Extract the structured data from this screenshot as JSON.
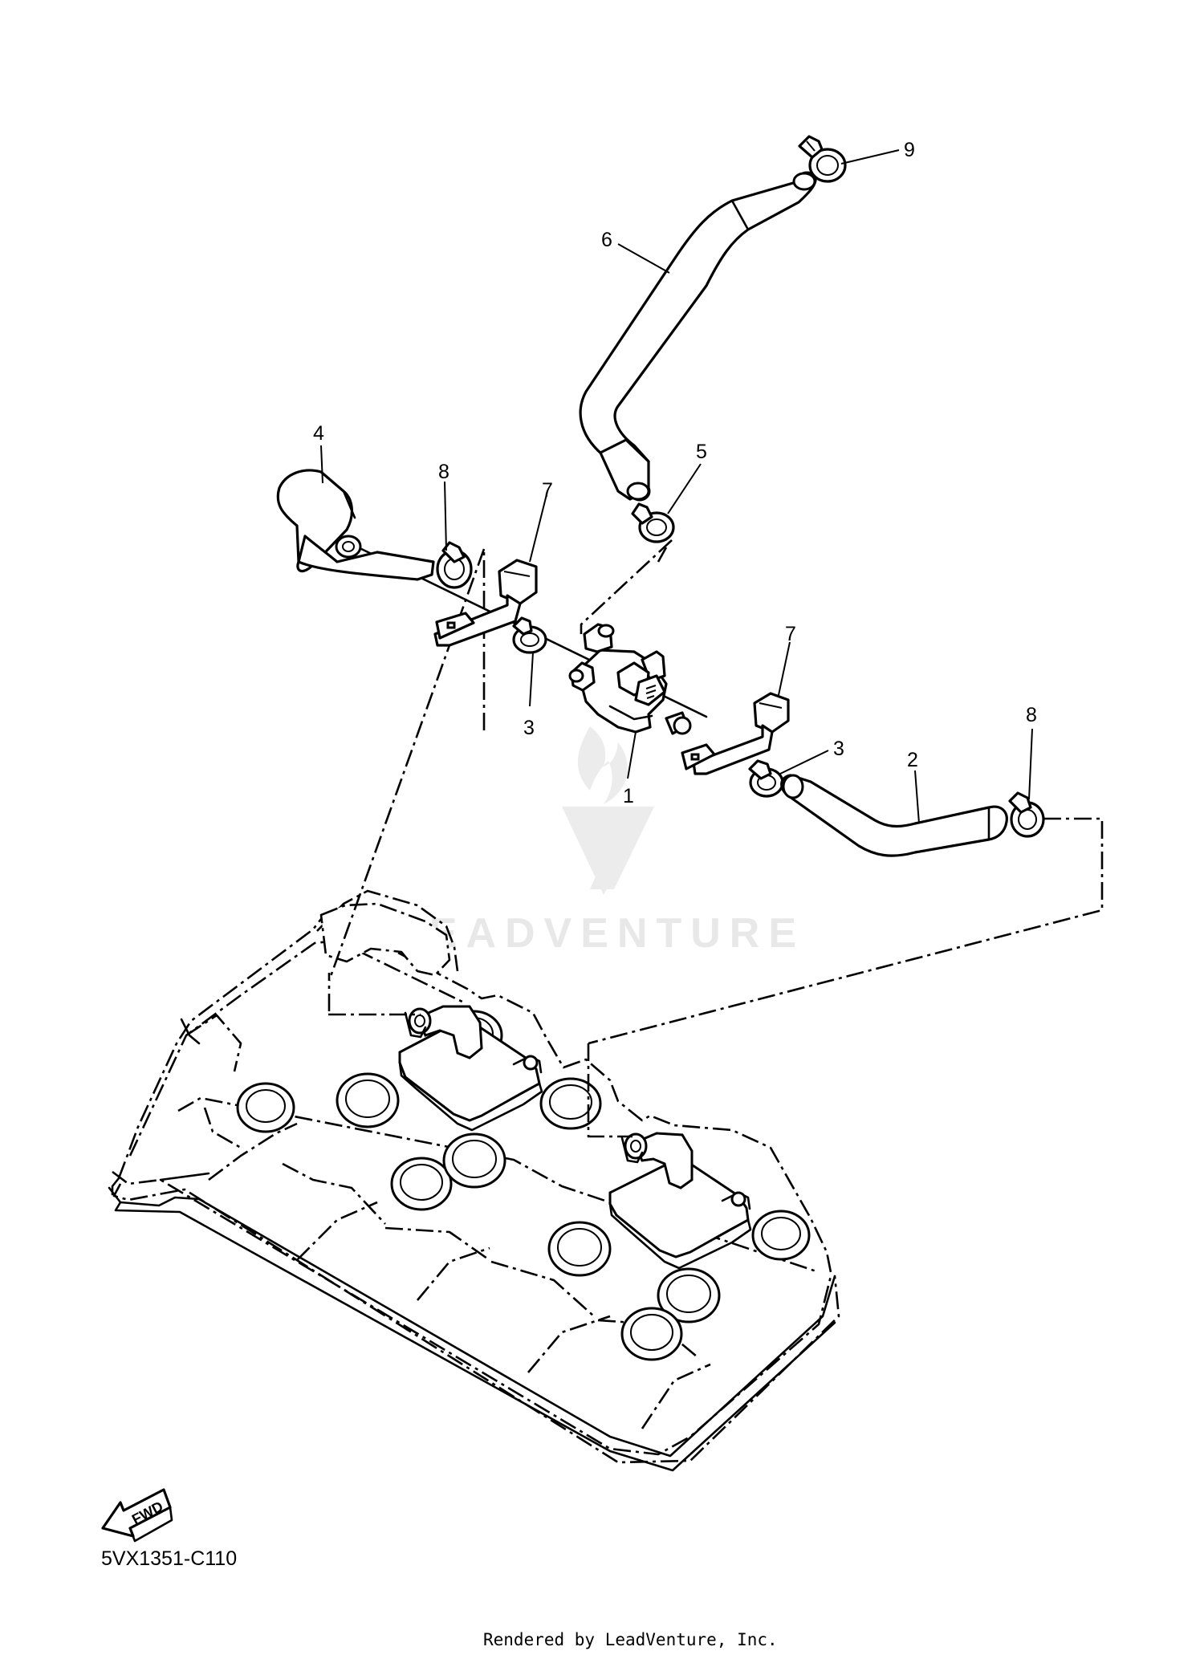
{
  "callouts": [
    {
      "id": "c1",
      "label": "1"
    },
    {
      "id": "c2",
      "label": "2"
    },
    {
      "id": "c3a",
      "label": "3"
    },
    {
      "id": "c3b",
      "label": "3"
    },
    {
      "id": "c4",
      "label": "4"
    },
    {
      "id": "c5",
      "label": "5"
    },
    {
      "id": "c6",
      "label": "6"
    },
    {
      "id": "c7a",
      "label": "7"
    },
    {
      "id": "c7b",
      "label": "7"
    },
    {
      "id": "c8a",
      "label": "8"
    },
    {
      "id": "c8b",
      "label": "8"
    },
    {
      "id": "c9",
      "label": "9"
    }
  ],
  "fwd_label": "FWD",
  "reference_code": "5VX1351-C110",
  "watermark": "LEADVENTURE",
  "credit": "Rendered by LeadVenture, Inc.",
  "colors": {
    "ink": "#000000",
    "watermark": "#e8e8e8",
    "background": "#ffffff"
  }
}
